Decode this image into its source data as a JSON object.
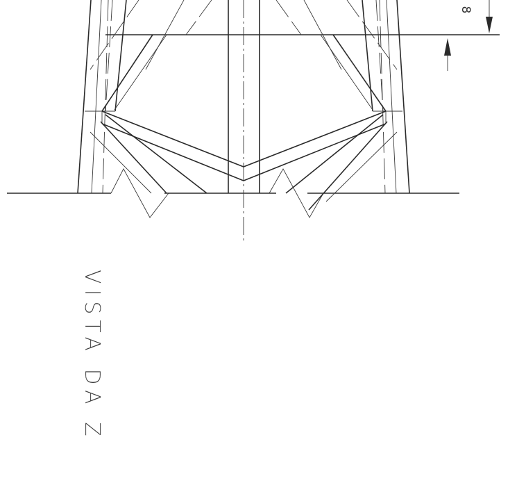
{
  "view_label": "VISTA DA Z",
  "dimension": {
    "value": "8",
    "orientation": "rotated-90"
  },
  "style": {
    "line_color": "#2b2b2b",
    "background": "#ffffff"
  }
}
